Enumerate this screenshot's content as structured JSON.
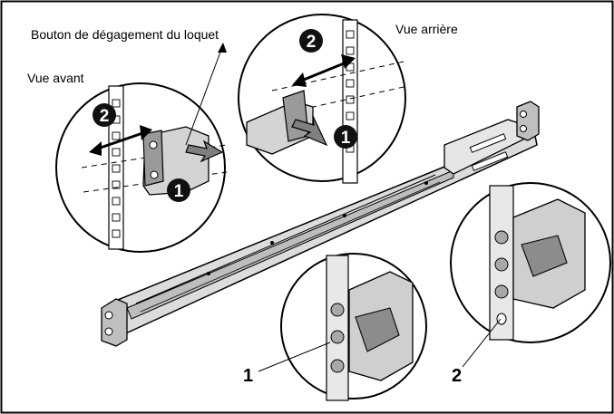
{
  "labels": {
    "release_button": "Bouton de dégagement du loquet",
    "front_view": "Vue avant",
    "rear_view": "Vue arrière",
    "callout_1": "1",
    "callout_2": "2"
  },
  "steps": {
    "front_push": "1",
    "front_pull": "2",
    "rear_push": "1",
    "rear_pull": "2"
  },
  "colors": {
    "line": "#000000",
    "rail_fill": "#d9d9d9",
    "rail_dark": "#9a9a9a",
    "circle_fill": "#ffffff",
    "badge_fill": "#111111"
  }
}
